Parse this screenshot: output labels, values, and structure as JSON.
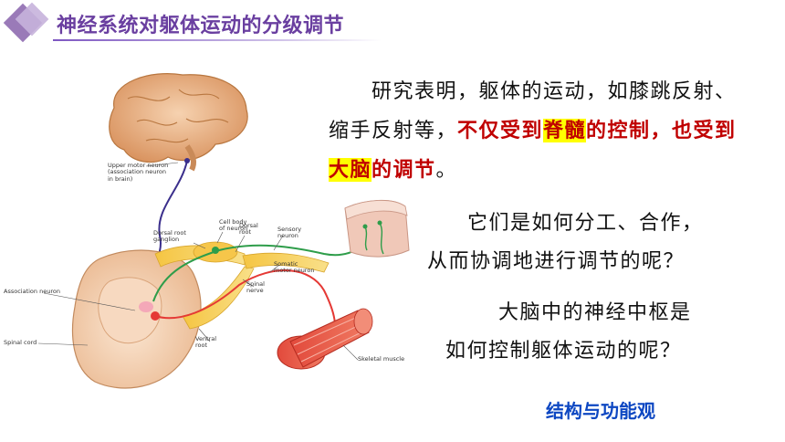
{
  "title": "神经系统对躯体运动的分级调节",
  "figure_labels": {
    "upper_motor_neuron": [
      "Upper motor neuron",
      "(association neuron",
      "in brain)"
    ],
    "cell_body": [
      "Cell body",
      "of neuron"
    ],
    "dorsal_root_ganglion": [
      "Dorsal root",
      "ganglion"
    ],
    "dorsal_root": [
      "Dorsal",
      "root"
    ],
    "sensory_neuron": [
      "Sensory",
      "neuron"
    ],
    "somatic_motor_neuron": [
      "Somatic",
      "motor neuron"
    ],
    "spinal_nerve": [
      "Spinal",
      "nerve"
    ],
    "association_neuron": "Association neuron",
    "spinal_cord": "Spinal cord",
    "ventral_root": [
      "Ventral",
      "root"
    ],
    "skeletal_muscle": "Skeletal muscle"
  },
  "paragraph1": {
    "indent": "　　",
    "plain": "研究表明，躯体的运动，如膝跳反射、缩手反射等，",
    "red_1": "不仅受到",
    "hl_1": "脊髓",
    "red_2": "的控制，也受到",
    "hl_2": "大脑",
    "red_3": "的调节",
    "end": "。"
  },
  "paragraph2": [
    "它们是如何分工、合作，",
    "从而协调地进行调节的呢？"
  ],
  "paragraph3": [
    "大脑中的神经中枢是",
    "如何控制躯体运动的呢？"
  ],
  "footer": "结构与功能观",
  "colors": {
    "title": "#6a3fa0",
    "emphasis": "#c00000",
    "highlight": "#ffff00",
    "footer": "#0d47c2"
  }
}
